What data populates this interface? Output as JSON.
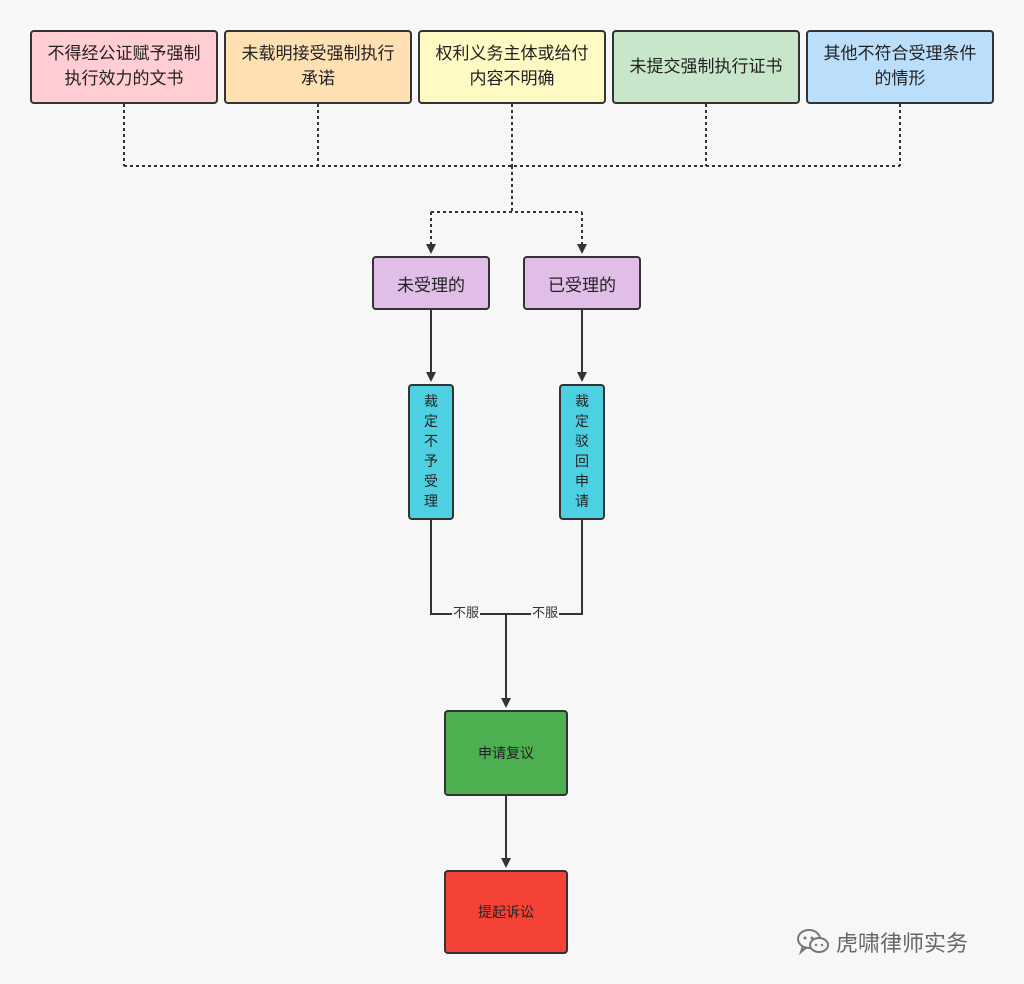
{
  "reasons": [
    {
      "text": "不得经公证赋予强制执行效力的文书",
      "color": "#ffcdd2"
    },
    {
      "text": "未载明接受强制执行承诺",
      "color": "#ffe0b2"
    },
    {
      "text": "权利义务主体或给付内容不明确",
      "color": "#fff9c4"
    },
    {
      "text": "未提交强制执行证书",
      "color": "#c8e6c9"
    },
    {
      "text": "其他不符合受理条件的情形",
      "color": "#bbdefb"
    }
  ],
  "status": {
    "not_accepted": "未受理的",
    "accepted": "已受理的"
  },
  "rulings": {
    "refuse": "裁定不予受理",
    "dismiss": "裁定驳回申请"
  },
  "edge_labels": {
    "left": "不服",
    "right": "不服"
  },
  "steps": {
    "review": {
      "label": "申请复议",
      "color": "#4caf50"
    },
    "lawsuit": {
      "label": "提起诉讼",
      "color": "#f44336"
    }
  },
  "watermark": "虎啸律师实务"
}
